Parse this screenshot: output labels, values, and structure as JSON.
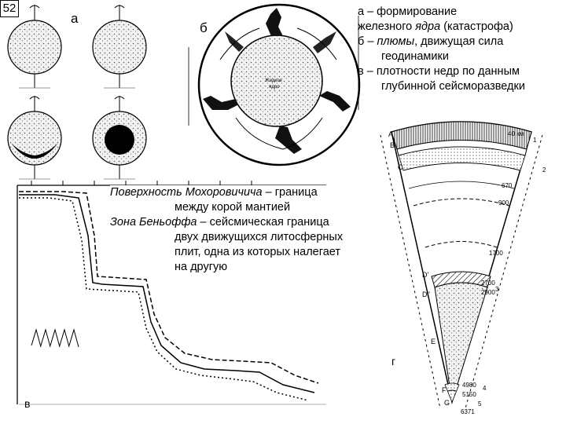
{
  "slide_number": "52",
  "panel_letters": {
    "a": "а",
    "b": "б",
    "v": "в",
    "g": "г"
  },
  "legend": {
    "a_prefix": "а – формирование",
    "a_cont_pre": "железного ",
    "a_cont_it": "ядра",
    "a_cont_post": " (катастрофа)",
    "b_prefix": "б – ",
    "b_it": "плюмы",
    "b_post": ", движущая сила",
    "b_cont": "геодинамики",
    "v_line1": "в – плотности недр по данным",
    "v_line2": "глубинной сейсморазведки"
  },
  "definitions": {
    "moho_term": "Поверхность Мохоровичича",
    "moho_rest": " – граница",
    "moho_cont": "между корой мантией",
    "benioff_term": "Зона Беньоффа",
    "benioff_rest": " – сейсмическая граница",
    "benioff_l2": "двух движущихся литосферных",
    "benioff_l3": "плит, одна из которых налегает",
    "benioff_l4": "на другую"
  },
  "wedge": {
    "layer_letters": [
      "A",
      "B",
      "C",
      "D'",
      "D''",
      "E",
      "F",
      "G"
    ],
    "depths": [
      "40 км",
      "670",
      "900",
      "1700",
      "2700",
      "2900",
      "4980",
      "5150",
      "6371"
    ],
    "side_numbers": [
      "1",
      "2",
      "3",
      "4",
      "5"
    ]
  }
}
